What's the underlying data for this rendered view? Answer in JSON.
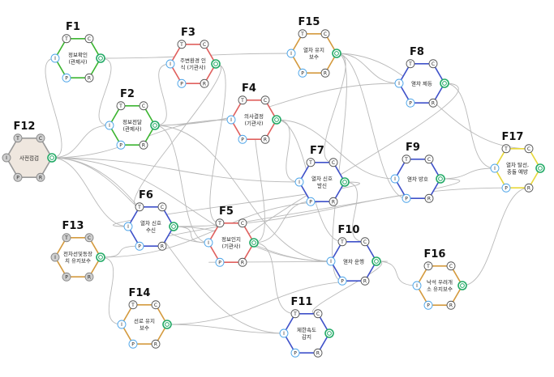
{
  "nodes": [
    {
      "id": "F1",
      "title": "F1",
      "label": [
        "정보확인",
        "(관제사)"
      ],
      "color": "#3cb531",
      "fill": "#ffffff",
      "muted": false
    },
    {
      "id": "F2",
      "title": "F2",
      "label": [
        "정보전달",
        "(관제사)"
      ],
      "color": "#3cb531",
      "fill": "#ffffff",
      "muted": false
    },
    {
      "id": "F3",
      "title": "F3",
      "label": [
        "주변환경 인",
        "식 (기관사)"
      ],
      "color": "#e0605e",
      "fill": "#ffffff",
      "muted": false
    },
    {
      "id": "F4",
      "title": "F4",
      "label": [
        "의사결정",
        "(기관사)"
      ],
      "color": "#e0605e",
      "fill": "#ffffff",
      "muted": false
    },
    {
      "id": "F5",
      "title": "F5",
      "label": [
        "정보인지",
        "(기관사)"
      ],
      "color": "#e0605e",
      "fill": "#ffffff",
      "muted": false
    },
    {
      "id": "F6",
      "title": "F6",
      "label": [
        "열차 신호",
        "수신"
      ],
      "color": "#3f51c9",
      "fill": "#ffffff",
      "muted": false
    },
    {
      "id": "F7",
      "title": "F7",
      "label": [
        "열차 신호",
        "발신"
      ],
      "color": "#3f51c9",
      "fill": "#ffffff",
      "muted": false
    },
    {
      "id": "F8",
      "title": "F8",
      "label": [
        "열차 제동"
      ],
      "color": "#3f51c9",
      "fill": "#ffffff",
      "muted": false
    },
    {
      "id": "F9",
      "title": "F9",
      "label": [
        "열차 방호"
      ],
      "color": "#3f51c9",
      "fill": "#ffffff",
      "muted": false
    },
    {
      "id": "F10",
      "title": "F10",
      "label": [
        "열차 운행"
      ],
      "color": "#3f51c9",
      "fill": "#ffffff",
      "muted": false
    },
    {
      "id": "F11",
      "title": "F11",
      "label": [
        "제한속도",
        "감지"
      ],
      "color": "#3f51c9",
      "fill": "#ffffff",
      "muted": false
    },
    {
      "id": "F12",
      "title": "F12",
      "label": [
        "사전점검"
      ],
      "color": "#9a9a9a",
      "fill": "#efe7df",
      "muted": true
    },
    {
      "id": "F13",
      "title": "F13",
      "label": [
        "전차선및동장",
        "치 유지보수"
      ],
      "color": "#d49a3e",
      "fill": "#ffffff",
      "muted": true
    },
    {
      "id": "F14",
      "title": "F14",
      "label": [
        "선로 유지",
        "보수"
      ],
      "color": "#d49a3e",
      "fill": "#ffffff",
      "muted": false
    },
    {
      "id": "F15",
      "title": "F15",
      "label": [
        "열차 유지",
        "보수"
      ],
      "color": "#d49a3e",
      "fill": "#ffffff",
      "muted": false
    },
    {
      "id": "F16",
      "title": "F16",
      "label": [
        "낙석 우려개",
        "소 유지보수"
      ],
      "color": "#d49a3e",
      "fill": "#ffffff",
      "muted": false
    },
    {
      "id": "F17",
      "title": "F17",
      "label": [
        "열차 탈선,",
        "충돌 예방"
      ],
      "color": "#e8d83a",
      "fill": "#ffffff",
      "muted": false
    }
  ],
  "ports": {
    "T": {
      "letter": "T"
    },
    "C": {
      "letter": "C"
    },
    "I": {
      "letter": "I",
      "color": "#4aa3e8"
    },
    "O": {
      "letter": "O",
      "color": "#22aa66"
    },
    "P": {
      "letter": "P",
      "color": "#4aa3e8"
    },
    "R": {
      "letter": "R"
    }
  },
  "edges": [
    {
      "from": "F1",
      "fromPort": "O",
      "to": "F2",
      "toPort": "I"
    },
    {
      "from": "F1",
      "fromPort": "O",
      "to": "F15",
      "toPort": "I"
    },
    {
      "from": "F2",
      "fromPort": "O",
      "to": "F4",
      "toPort": "I"
    },
    {
      "from": "F2",
      "fromPort": "O",
      "to": "F5",
      "toPort": "I"
    },
    {
      "from": "F2",
      "fromPort": "O",
      "to": "F8",
      "toPort": "I"
    },
    {
      "from": "F2",
      "fromPort": "O",
      "to": "F10",
      "toPort": "I"
    },
    {
      "from": "F2",
      "fromPort": "O",
      "to": "F3",
      "toPort": "I"
    },
    {
      "from": "F3",
      "fromPort": "O",
      "to": "F5",
      "toPort": "T"
    },
    {
      "from": "F3",
      "fromPort": "O",
      "to": "F6",
      "toPort": "T"
    },
    {
      "from": "F4",
      "fromPort": "O",
      "to": "F7",
      "toPort": "I"
    },
    {
      "from": "F4",
      "fromPort": "O",
      "to": "F10",
      "toPort": "T"
    },
    {
      "from": "F4",
      "fromPort": "O",
      "to": "F9",
      "toPort": "I"
    },
    {
      "from": "F5",
      "fromPort": "O",
      "to": "F4",
      "toPort": "C"
    },
    {
      "from": "F5",
      "fromPort": "O",
      "to": "F7",
      "toPort": "P"
    },
    {
      "from": "F6",
      "fromPort": "O",
      "to": "F5",
      "toPort": "I"
    },
    {
      "from": "F6",
      "fromPort": "O",
      "to": "F10",
      "toPort": "I"
    },
    {
      "from": "F6",
      "fromPort": "O",
      "to": "F17",
      "toPort": "P"
    },
    {
      "from": "F7",
      "fromPort": "O",
      "to": "F6",
      "toPort": "I"
    },
    {
      "from": "F7",
      "fromPort": "O",
      "to": "F10",
      "toPort": "C"
    },
    {
      "from": "F8",
      "fromPort": "O",
      "to": "F17",
      "toPort": "I"
    },
    {
      "from": "F8",
      "fromPort": "O",
      "to": "F5",
      "toPort": "R"
    },
    {
      "from": "F9",
      "fromPort": "O",
      "to": "F17",
      "toPort": "I"
    },
    {
      "from": "F9",
      "fromPort": "O",
      "to": "F6",
      "toPort": "R"
    },
    {
      "from": "F10",
      "fromPort": "O",
      "to": "F16",
      "toPort": "I"
    },
    {
      "from": "F10",
      "fromPort": "O",
      "to": "F11",
      "toPort": "C"
    },
    {
      "from": "F10",
      "fromPort": "O",
      "to": "F5",
      "toPort": "P"
    },
    {
      "from": "F12",
      "fromPort": "O",
      "to": "F2",
      "toPort": "I"
    },
    {
      "from": "F12",
      "fromPort": "O",
      "to": "F4",
      "toPort": "I"
    },
    {
      "from": "F12",
      "fromPort": "O",
      "to": "F5",
      "toPort": "I"
    },
    {
      "from": "F12",
      "fromPort": "O",
      "to": "F6",
      "toPort": "I"
    },
    {
      "from": "F12",
      "fromPort": "O",
      "to": "F7",
      "toPort": "I"
    },
    {
      "from": "F12",
      "fromPort": "O",
      "to": "F10",
      "toPort": "I"
    },
    {
      "from": "F12",
      "fromPort": "O",
      "to": "F11",
      "toPort": "I"
    },
    {
      "from": "F12",
      "fromPort": "O",
      "to": "F1",
      "toPort": "I"
    },
    {
      "from": "F13",
      "fromPort": "O",
      "to": "F6",
      "toPort": "P"
    },
    {
      "from": "F13",
      "fromPort": "O",
      "to": "F7",
      "toPort": "R"
    },
    {
      "from": "F13",
      "fromPort": "O",
      "to": "F14",
      "toPort": "I"
    },
    {
      "from": "F14",
      "fromPort": "O",
      "to": "F10",
      "toPort": "R"
    },
    {
      "from": "F14",
      "fromPort": "O",
      "to": "F11",
      "toPort": "I"
    },
    {
      "from": "F15",
      "fromPort": "O",
      "to": "F8",
      "toPort": "I"
    },
    {
      "from": "F15",
      "fromPort": "O",
      "to": "F7",
      "toPort": "C"
    },
    {
      "from": "F15",
      "fromPort": "O",
      "to": "F9",
      "toPort": "P"
    },
    {
      "from": "F15",
      "fromPort": "O",
      "to": "F10",
      "toPort": "P"
    },
    {
      "from": "F15",
      "fromPort": "O",
      "to": "F17",
      "toPort": "C"
    },
    {
      "from": "F16",
      "fromPort": "O",
      "to": "F17",
      "toPort": "R"
    },
    {
      "from": "F5",
      "fromPort": "O",
      "to": "F11",
      "toPort": "T"
    }
  ]
}
